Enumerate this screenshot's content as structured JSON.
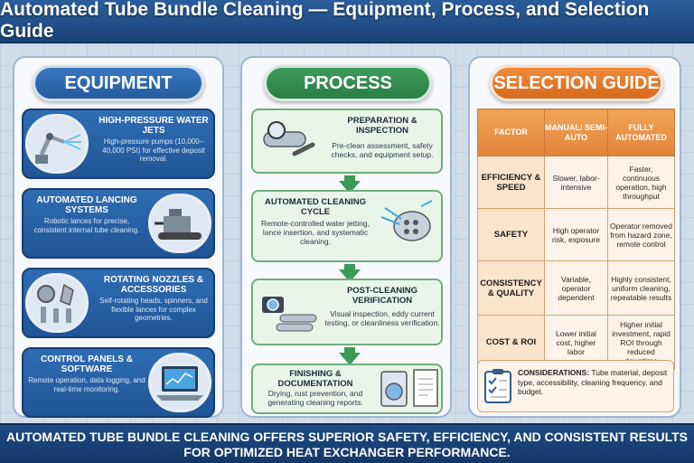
{
  "title": "Automated Tube Bundle Cleaning — Equipment, Process, and Selection Guide",
  "equipment": {
    "header": "EQUIPMENT",
    "cards": [
      {
        "title": "HIGH-PRESSURE WATER JETS",
        "desc": "High-pressure pumps (10,000–40,000 PSI) for effective deposit removal.",
        "icon": "robot-arm-jet-icon"
      },
      {
        "title": "AUTOMATED LANCING SYSTEMS",
        "desc": "Robotic lances for precise, consistent internal tube cleaning.",
        "icon": "lancing-machine-icon"
      },
      {
        "title": "ROTATING NOZZLES & ACCESSORIES",
        "desc": "Self-rotating heads, spinners, and flexible lances for complex geometries.",
        "icon": "nozzles-icon"
      },
      {
        "title": "CONTROL PANELS & SOFTWARE",
        "desc": "Remote operation, data logging, and real-time monitoring.",
        "icon": "laptop-icon"
      }
    ]
  },
  "process": {
    "header": "PROCESS",
    "steps": [
      {
        "title": "PREPARATION & INSPECTION",
        "desc": "Pre-clean assessment, safety checks, and equipment setup.",
        "icon": "pipe-wrench-icon"
      },
      {
        "title": "AUTOMATED CLEANING CYCLE",
        "desc": "Remote-controlled water jetting, lance insertion, and systematic cleaning.",
        "icon": "tube-bundle-spray-icon"
      },
      {
        "title": "POST-CLEANING VERIFICATION",
        "desc": "Visual inspection, eddy current testing, or cleanliness verification.",
        "icon": "camera-pipes-icon"
      },
      {
        "title": "FINISHING & DOCUMENTATION",
        "desc": "Drying, rust prevention, and generating cleaning reports.",
        "icon": "dryer-report-icon"
      }
    ]
  },
  "guide": {
    "header": "SELECTION GUIDE",
    "columns": [
      "FACTOR",
      "MANUAL/ SEMI-AUTO",
      "FULLY AUTOMATED"
    ],
    "rows": [
      {
        "factor": "EFFICIENCY & SPEED",
        "manual": "Slower, labor-intensive",
        "auto": "Faster, continuous operation, high throughput"
      },
      {
        "factor": "SAFETY",
        "manual": "High operator risk, exposure",
        "auto": "Operator removed from hazard zone, remote control"
      },
      {
        "factor": "CONSISTENCY & QUALITY",
        "manual": "Variable, operator dependent",
        "auto": "Highly consistent, uniform cleaning, repeatable results"
      },
      {
        "factor": "COST & ROI",
        "manual": "Lower initial cost, higher labor",
        "auto": "Higher initial investment, rapid ROI through reduced downtime"
      }
    ],
    "considerations_label": "CONSIDERATIONS:",
    "considerations_text": "Tube material, deposit type, accessibility, cleaning frequency, and budget."
  },
  "footer": "AUTOMATED TUBE BUNDLE CLEANING OFFERS SUPERIOR SAFETY, EFFICIENCY, AND CONSISTENT RESULTS FOR OPTIMIZED HEAT EXCHANGER PERFORMANCE."
}
